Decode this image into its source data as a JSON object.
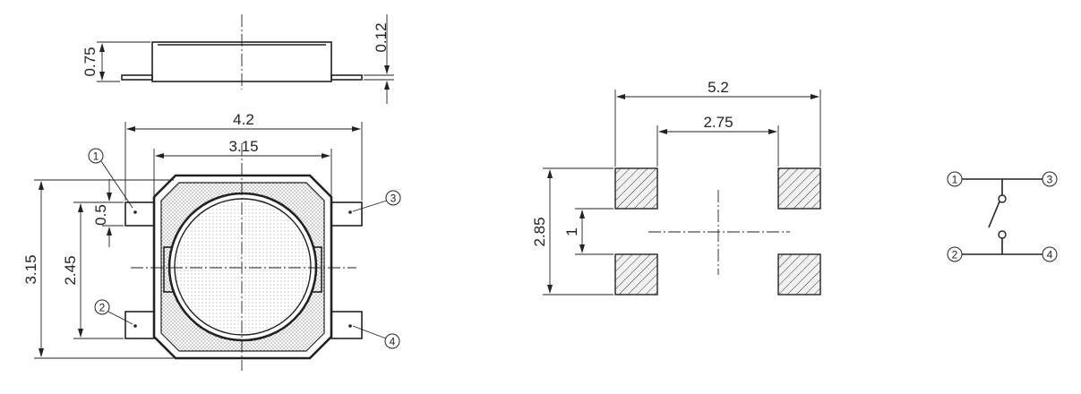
{
  "dimensions": {
    "thickness": "0.75",
    "terminal_thickness": "0.12",
    "body_width": "4.2",
    "actuator_width": "3.15",
    "height": "3.15",
    "pin_pitch": "2.45",
    "terminal_width": "0.5",
    "pad_span": "5.2",
    "pad_inner_span": "2.75",
    "pad_height_span": "2.85",
    "pad_gap": "1"
  },
  "pins": {
    "pin1": "1",
    "pin2": "2",
    "pin3": "3",
    "pin4": "4"
  },
  "icons": [
    "pin-number-circle",
    "switch-contact-icon"
  ]
}
